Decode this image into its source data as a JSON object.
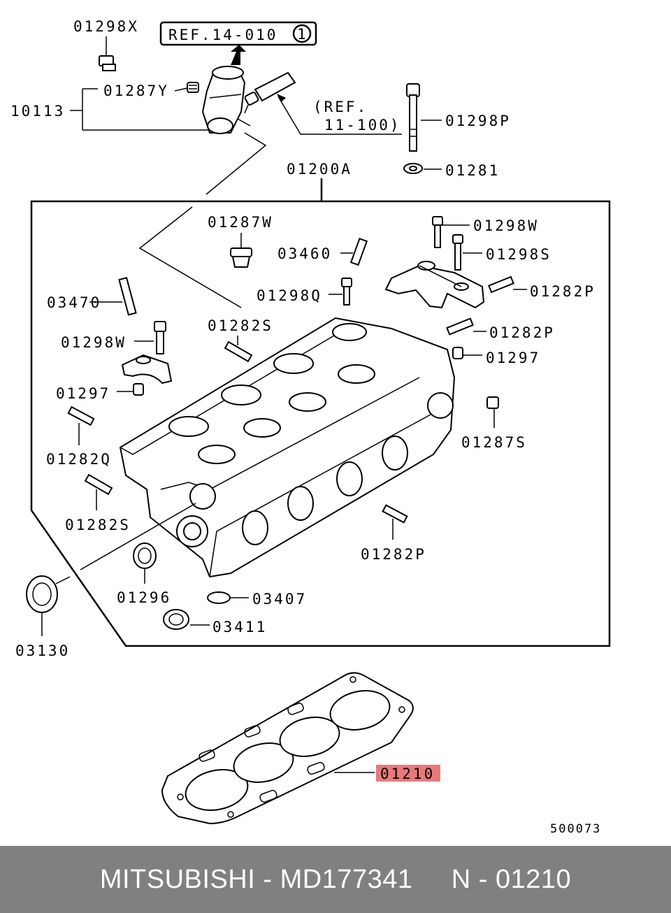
{
  "labels": {
    "l_01298X": "01298X",
    "l_ref14": "REF.14-010",
    "l_ref14_circle": "1",
    "l_01287Y": "01287Y",
    "l_10113": "10113",
    "l_ref11a": "(REF.",
    "l_ref11b": "11-100)",
    "l_01298P": "01298P",
    "l_01281": "01281",
    "l_01200A": "01200A",
    "l_01287W": "01287W",
    "l_01298W_r": "01298W",
    "l_03460": "03460",
    "l_01298S_r": "01298S",
    "l_01298Q": "01298Q",
    "l_01282P_1": "01282P",
    "l_03470": "03470",
    "l_01282S_t": "01282S",
    "l_01282P_2": "01282P",
    "l_01298W_l": "01298W",
    "l_01297_r": "01297",
    "l_01297_l": "01297",
    "l_01287S": "01287S",
    "l_01282Q": "01282Q",
    "l_01282S_b": "01282S",
    "l_01282P_3": "01282P",
    "l_01296": "01296",
    "l_03407": "03407",
    "l_03411": "03411",
    "l_03130": "03130",
    "l_01210": "01210",
    "l_ref_no": "500073"
  },
  "highlight_color": "#e87a7a",
  "footer": {
    "text": "MITSUBISHI - MD177341     N - 01210"
  }
}
